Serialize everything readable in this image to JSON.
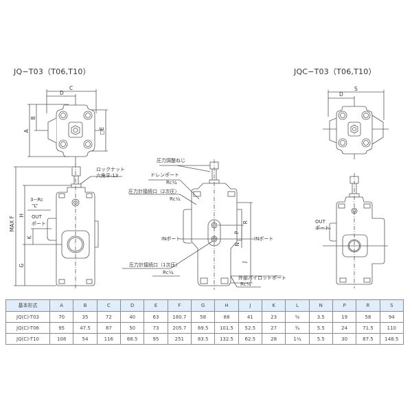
{
  "titles": {
    "left": "JQ−T03（T06,T10）",
    "right": "JQC−T03（T06,T10）"
  },
  "dimension_labels": {
    "A": "A",
    "B": "B",
    "C": "C",
    "D": "D",
    "E": "□E",
    "F": "MAX F",
    "G": "G",
    "H": "H",
    "J": "J",
    "K": "K",
    "N": "N",
    "P": "P",
    "R": "R",
    "S": "S"
  },
  "callouts": {
    "lock_nut": "ロックナット",
    "hex_flat": "六角平:13",
    "rc_l_1": "3−Rc",
    "rc_l_2": "“L”",
    "out_port_1": "OUT",
    "out_port_2": "ポート",
    "pressure_adjust_screw": "圧力調整ねじ",
    "drain_port": "ドレンポート",
    "drain_rc": "Rc¼",
    "gauge_port_2": "圧力計接続口（2次圧）",
    "gauge_port_2_rc": "Rc¼",
    "in_port_left": "INポート",
    "in_port_right": "INポート",
    "gauge_port_1": "圧力計接続口（1次圧）",
    "gauge_port_1_rc": "Rc¼",
    "ext_pilot_port": "外部パイロットポート",
    "ext_pilot_rc": "Rc¼",
    "jqc_out_1": "OUT",
    "jqc_out_2": "ポート"
  },
  "table": {
    "headers": [
      "基本形式",
      "A",
      "B",
      "C",
      "D",
      "E",
      "F",
      "G",
      "H",
      "J",
      "K",
      "L",
      "N",
      "P",
      "R",
      "S"
    ],
    "rows": [
      [
        "JQ(C)-T03",
        "70",
        "35",
        "72",
        "40",
        "63",
        "180.7",
        "58",
        "88",
        "41",
        "23",
        "⅜",
        "3.5",
        "19",
        "58",
        "94"
      ],
      [
        "JQ(C)-T06",
        "95",
        "47.5",
        "87",
        "50",
        "73",
        "205.7",
        "69.5",
        "101.5",
        "52.5",
        "27",
        "¾",
        "5.5",
        "24",
        "71.5",
        "110"
      ],
      [
        "JQ(C)-T10",
        "108",
        "54",
        "116",
        "68.5",
        "95",
        "251",
        "83.5",
        "132.5",
        "62.5",
        "28",
        "1¼",
        "5.5",
        "30",
        "87.5",
        "148.5"
      ]
    ]
  },
  "colors": {
    "header_bg": "#dfeefa",
    "line": "#555555",
    "body_fill": "#ffffff"
  }
}
